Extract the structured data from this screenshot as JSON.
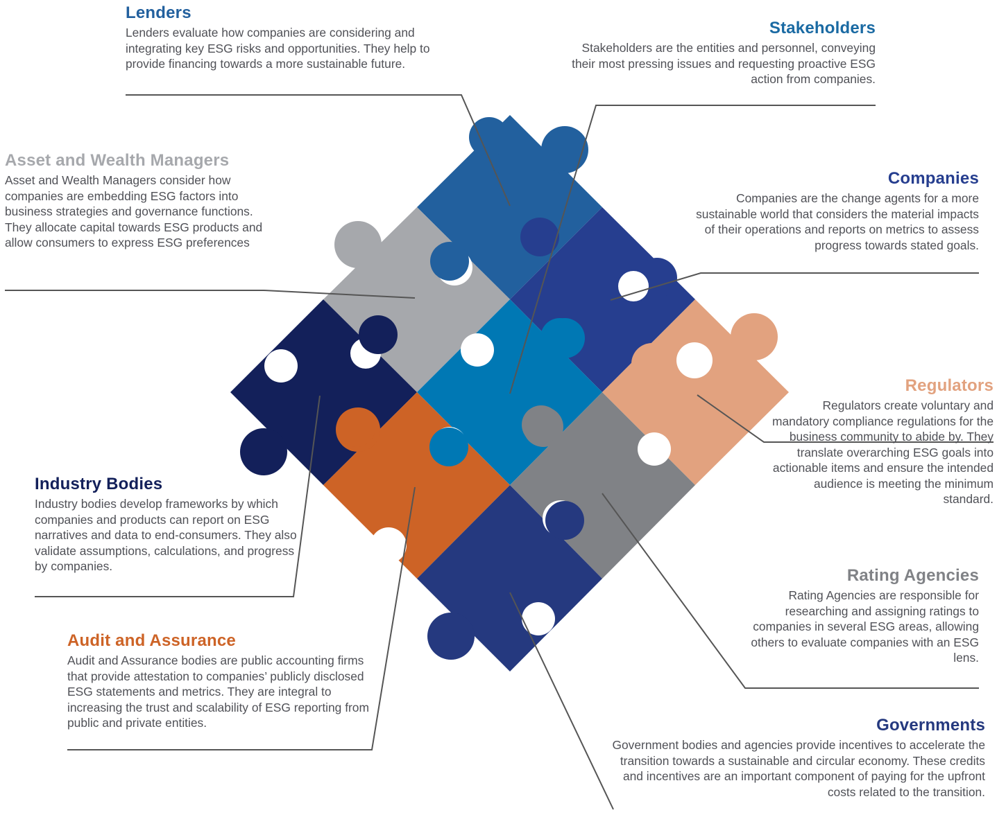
{
  "colors": {
    "text": "#505157",
    "connector": "#555555",
    "lenders": "#22609e",
    "stakeholders": "#1a6aa3",
    "asset": "#a6a8ac",
    "companies": "#263e8f",
    "industry": "#13205a",
    "center": "#0078b4",
    "regulators": "#e2a27f",
    "audit": "#cd6326",
    "rating": "#808286",
    "governments": "#25397f"
  },
  "blocks": {
    "lenders": {
      "title": "Lenders",
      "text": "Lenders evaluate how companies are considering and integrating key ESG risks and opportunities. They help to provide financing towards a more sustainable future."
    },
    "stakeholders": {
      "title": "Stakeholders",
      "text": "Stakeholders are the entities and personnel, conveying their most pressing issues and requesting proactive ESG action from companies."
    },
    "asset": {
      "title": "Asset and Wealth Managers",
      "text": "Asset and Wealth Managers consider how companies are embedding ESG factors into business strategies and governance functions. They allocate capital towards ESG products and allow consumers to express ESG preferences"
    },
    "companies": {
      "title": "Companies",
      "text": "Companies are the change agents for a more sustainable world that considers the material impacts of their operations and reports on metrics to assess progress towards stated goals."
    },
    "regulators": {
      "title": "Regulators",
      "text": "Regulators create voluntary and mandatory compliance regulations for the business community to abide by. They translate overarching ESG goals into actionable items and ensure the intended audience is meeting the minimum standard."
    },
    "industry": {
      "title": "Industry Bodies",
      "text": "Industry bodies develop frameworks by which companies and products can report on ESG narratives and data to end-consumers. They also validate assumptions, calculations, and progress by companies."
    },
    "rating": {
      "title": "Rating Agencies",
      "text": "Rating Agencies are responsible for researching and assigning ratings to companies in several ESG areas, allowing others to evaluate companies with an ESG lens."
    },
    "audit": {
      "title": "Audit and Assurance",
      "text": "Audit and Assurance bodies are public accounting firms that provide attestation to companies’ publicly disclosed ESG statements and metrics. They are integral to increasing the trust and scalability of ESG reporting from public and private entities."
    },
    "governments": {
      "title": "Governments",
      "text": "Government bodies and agencies provide incentives to accelerate the transition towards a sustainable and circular economy. These credits and incentives are an important component of paying for the upfront costs related to the transition."
    }
  }
}
